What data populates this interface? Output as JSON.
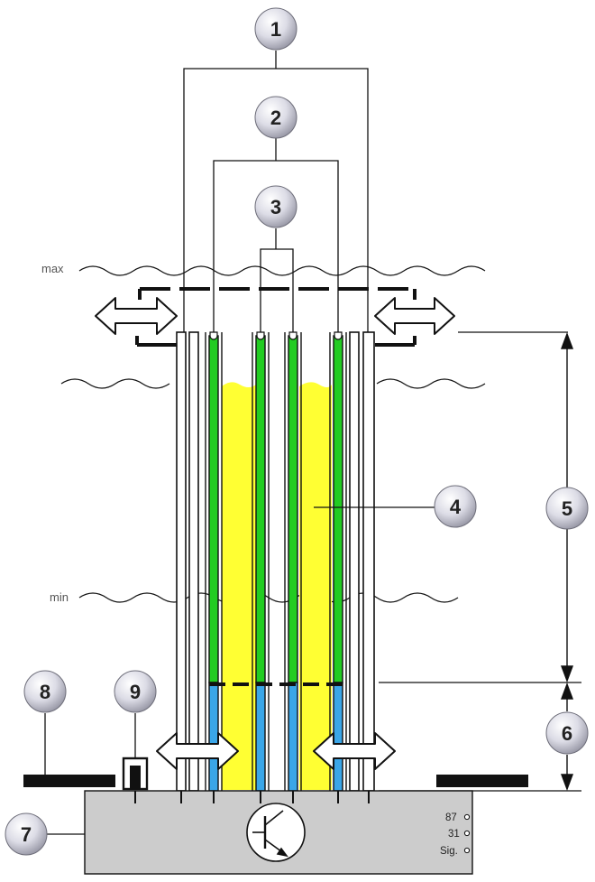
{
  "labels": {
    "max": "max",
    "min": "min"
  },
  "callouts": [
    "1",
    "2",
    "3",
    "4",
    "5",
    "6",
    "7",
    "8",
    "9"
  ],
  "pins": [
    "87",
    "31",
    "Sig."
  ],
  "colors": {
    "fluid": "#ffff33",
    "electrode_green": "#22cc22",
    "electrode_blue": "#3aa6e8",
    "housing": "#cccccc",
    "badge": "#d8d8e2",
    "line": "#111111"
  }
}
